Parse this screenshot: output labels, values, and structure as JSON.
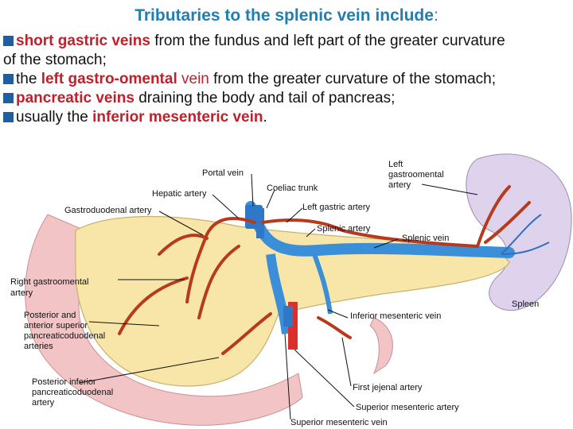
{
  "title": {
    "text": "Tributaries to the splenic vein include",
    "colon": ":"
  },
  "bullets": [
    {
      "pre": "",
      "hl": "short gastric veins",
      "post": " from the fundus and left part of the greater curvature of the stomach;"
    },
    {
      "pre": "the ",
      "hl": "left gastro-omental",
      "hl2": " vein",
      "post": " from the greater curvature of the stomach;"
    },
    {
      "pre": "",
      "hl": "pancreatic veins",
      "post": " draining the body and tail of pancreas;"
    },
    {
      "pre": "usually the ",
      "hl": "inferior mesenteric vein",
      "post": "."
    }
  ],
  "labels": {
    "portal_vein": "Portal vein",
    "hepatic_artery": "Hepatic artery",
    "coeliac_trunk": "Coeliac trunk",
    "gastroduodenal_artery": "Gastroduodenal artery",
    "left_gastric_artery": "Left gastric artery",
    "splenic_artery": "Splenic artery",
    "splenic_vein": "Splenic vein",
    "left_gastroomental_1": "Left",
    "left_gastroomental_2": "gastroomental",
    "left_gastroomental_3": "artery",
    "right_gastroomental_1": "Right gastroomental",
    "right_gastroomental_2": "artery",
    "post_ant_1": "Posterior and",
    "post_ant_2": "anterior superior",
    "post_ant_3": "pancreaticoduodenal",
    "post_ant_4": "arteries",
    "inferior_mesenteric_vein": "Inferior mesenteric vein",
    "spleen": "Spleen",
    "post_inf_1": "Posterior inferior",
    "post_inf_2": "pancreaticoduodenal",
    "post_inf_3": "artery",
    "first_jejunal_artery": "First jejenal artery",
    "superior_mesenteric_artery": "Superior mesenteric artery",
    "superior_mesenteric_vein": "Superior mesenteric vein"
  },
  "colors": {
    "title": "#1f7fb0",
    "highlight": "#c0202a",
    "bullet_box": "#1f5f9f",
    "pancreas": "#f7e6a8",
    "duodenum": "#f3c4c6",
    "spleen": "#ded2ec",
    "vein": "#3a8fd8",
    "artery": "#b83a1c"
  }
}
